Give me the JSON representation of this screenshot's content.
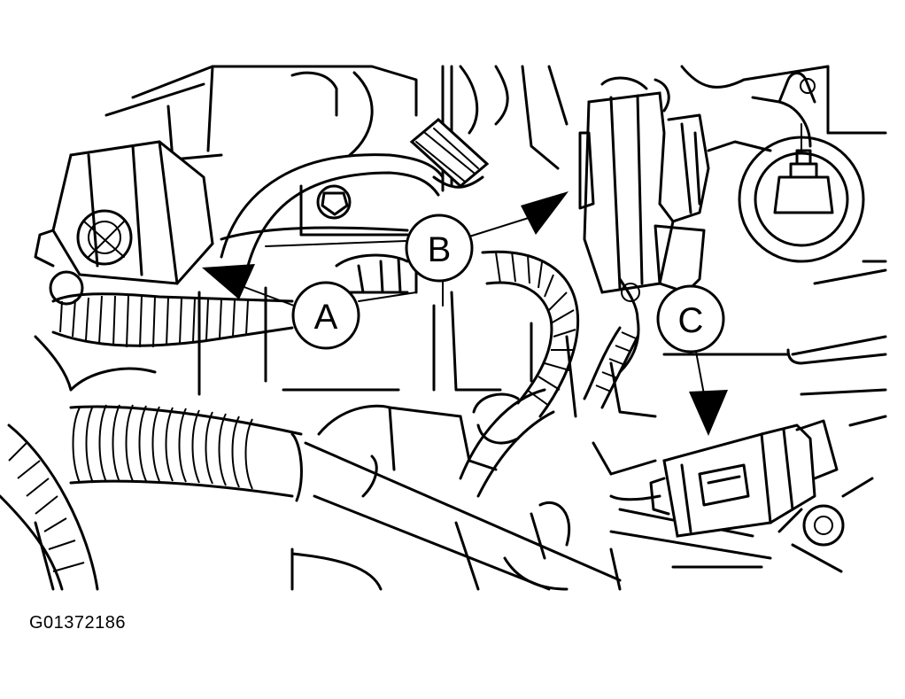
{
  "figure_id": "G01372186",
  "callouts": [
    {
      "label": "A",
      "target": "connector-left"
    },
    {
      "label": "B",
      "target": "connector-top"
    },
    {
      "label": "C",
      "target": "connector-right"
    }
  ]
}
